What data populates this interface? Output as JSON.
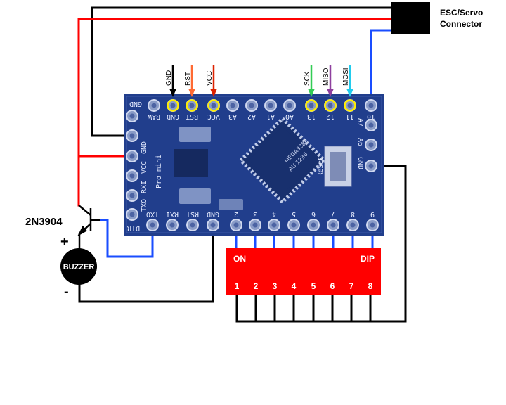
{
  "title": "Arduino Pro Mini ESC/Servo wiring with DIP switch and buzzer",
  "colors": {
    "board": "#1f3a8a",
    "board_dark": "#152a6b",
    "wire_black": "#000000",
    "wire_red": "#ff0000",
    "wire_blue": "#1a4dff",
    "gnd_arrow": "#000000",
    "rst_arrow": "#ff6a33",
    "vcc_arrow": "#dd2200",
    "sck_arrow": "#33cc55",
    "miso_arrow": "#8e3f9e",
    "mosi_arrow": "#22ccee",
    "highlight_ring": "#ffee00",
    "dip_body": "#ff0000",
    "connector": "#000000"
  },
  "connector": {
    "label_line1": "ESC/Servo",
    "label_line2": "Connector"
  },
  "transistor": {
    "label": "2N3904"
  },
  "buzzer": {
    "label": "BUZZER",
    "plus": "+",
    "minus": "-"
  },
  "dip_switch": {
    "on_label": "ON",
    "dip_label": "DIP",
    "positions": [
      "1",
      "2",
      "3",
      "4",
      "5",
      "6",
      "7",
      "8"
    ]
  },
  "isp_header": [
    {
      "label": "GND",
      "color": "#000000"
    },
    {
      "label": "RST",
      "color": "#ff6a33"
    },
    {
      "label": "VCC",
      "color": "#dd2200"
    },
    {
      "label": "SCK",
      "color": "#33cc55"
    },
    {
      "label": "MISO",
      "color": "#8e3f9e"
    },
    {
      "label": "MOSI",
      "color": "#22ccee"
    }
  ],
  "board": {
    "name": "Pro mini",
    "chip_line1": "MEGA328P",
    "chip_line2": "AU 1236",
    "reset_label": "Reset",
    "top_pins": [
      "GND",
      "RAW",
      "GND",
      "RST",
      "VCC",
      "A3",
      "A2",
      "A1",
      "A0",
      "13",
      "12",
      "11",
      "10"
    ],
    "bottom_pins": [
      "DTR",
      "TXO",
      "RXI",
      "RST",
      "GND",
      "2",
      "3",
      "4",
      "5",
      "6",
      "7",
      "8",
      "9"
    ],
    "left_pins": [
      "GND",
      "VCC",
      "RXI",
      "TXO"
    ],
    "right_pins": [
      "A7",
      "A6",
      "GND"
    ]
  }
}
